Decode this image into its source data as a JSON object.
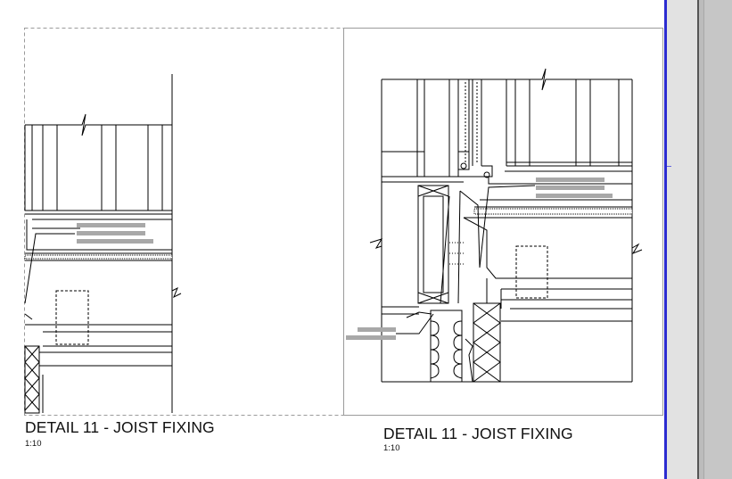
{
  "viewports": [
    {
      "title": "DETAIL 11 - JOIST FIXING",
      "scale": "1:10"
    },
    {
      "title": "DETAIL 11 - JOIST FIXING",
      "scale": "1:10"
    }
  ],
  "colors": {
    "sheet_edge": "#2b2bd0",
    "leader_text_placeholder": "#a8a8a8",
    "scrollbar": "#bcbcbc"
  }
}
